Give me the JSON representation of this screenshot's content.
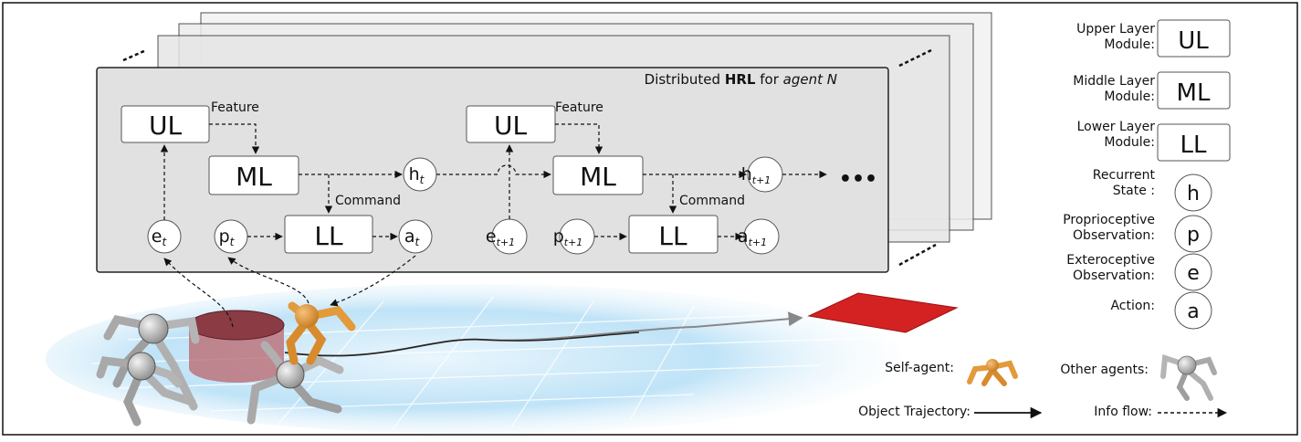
{
  "frame": {
    "title_prefix": "Distributed ",
    "title_bold": "HRL",
    "title_mid": " for ",
    "title_italic": "agent N"
  },
  "nodes": {
    "ul": "UL",
    "ml": "ML",
    "ll": "LL",
    "ellipsis": "•••"
  },
  "edge_labels": {
    "feature": "Feature",
    "command": "Command"
  },
  "states": {
    "h": "h",
    "p": "p",
    "e": "e",
    "a": "a",
    "sub_t": "t",
    "sub_t1": "t+1"
  },
  "legend": {
    "ul_line1": "Upper Layer",
    "ul_line2": "Module:",
    "ul_box": "UL",
    "ml_line1": "Middle Layer",
    "ml_line2": "Module:",
    "ml_box": "ML",
    "ll_line1": "Lower Layer",
    "ll_line2": "Module:",
    "ll_box": "LL",
    "h_line1": "Recurrent",
    "h_line2": "State :",
    "h_circle": "h",
    "p_line1": "Proprioceptive",
    "p_line2": "Observation:",
    "p_circle": "p",
    "e_line1": "Exteroceptive",
    "e_line2": "Observation:",
    "e_circle": "e",
    "a_line1": "Action:",
    "a_circle": "a"
  },
  "bottom_legend": {
    "self_agent": "Self-agent:",
    "other_agents": "Other agents:",
    "object_trajectory": "Object Trajectory:",
    "info_flow": "Info flow:"
  },
  "colors": {
    "panel_fill": "#e1e1e1",
    "floor_blue": "#bfe3f7",
    "target_red": "#d42222",
    "self_agent": "#e39a3b",
    "other_agent": "#c9c9c9",
    "cylinder": "#b9646b"
  }
}
